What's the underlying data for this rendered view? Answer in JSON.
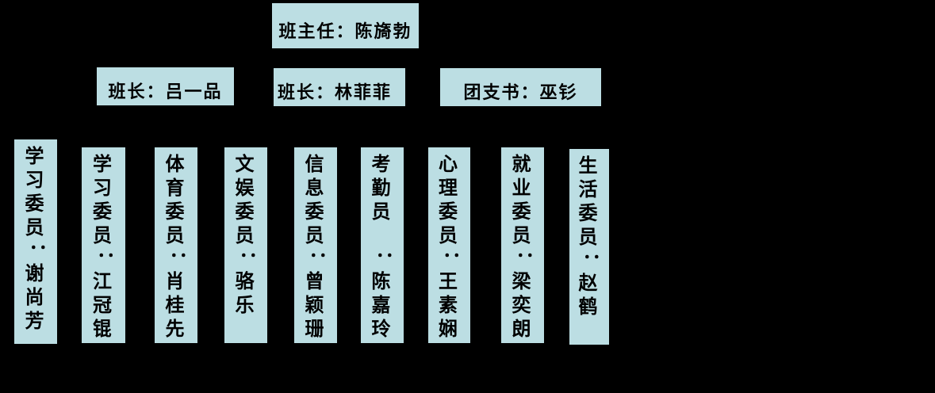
{
  "page": {
    "background": "#000000",
    "box_fill": "#bcdee3",
    "text_color": "#000000"
  },
  "org_chart": {
    "head_teacher": {
      "label": "班主任：陈旖勃"
    },
    "leaders": [
      {
        "label": "班长：吕一品"
      },
      {
        "label": "班长：林菲菲"
      },
      {
        "label": "团支书：巫钐"
      }
    ],
    "colon": "：",
    "committee": [
      {
        "title": "学习委员",
        "name": "谢尚芳"
      },
      {
        "title": "学习委员",
        "name": "江冠锟"
      },
      {
        "title": "体育委员",
        "name": "肖桂先"
      },
      {
        "title": "文娱委员",
        "name": "骆乐"
      },
      {
        "title": "信息委员",
        "name": "曾颖珊"
      },
      {
        "title": "考勤员",
        "name": "陈嘉玲"
      },
      {
        "title": "心理委员",
        "name": "王素娴"
      },
      {
        "title": "就业委员",
        "name": "梁奕朗"
      },
      {
        "title": "生活委员",
        "name": "赵鹤"
      }
    ]
  }
}
